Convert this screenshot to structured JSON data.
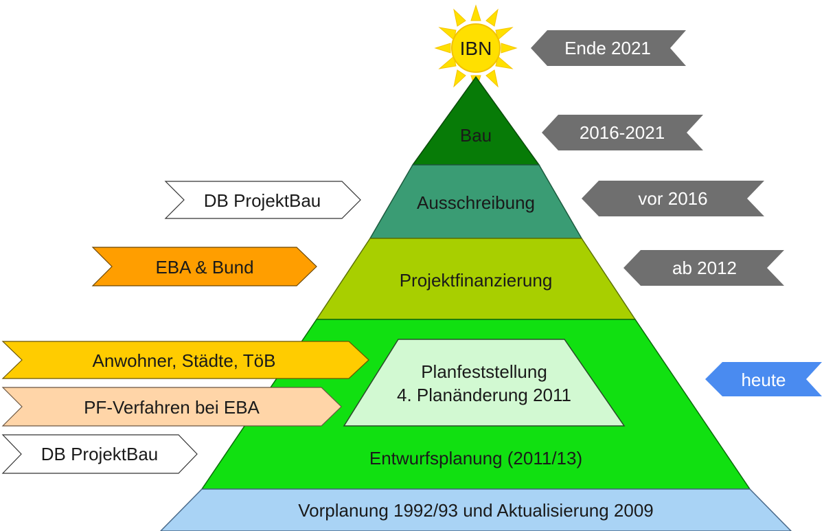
{
  "sun": {
    "label": "IBN",
    "color": "#FFE000"
  },
  "pyramid": {
    "levels": [
      {
        "id": "bau",
        "label": "Bau",
        "color": "#077B07"
      },
      {
        "id": "ausschreibung",
        "label": "Ausschreibung",
        "color": "#3A9C74"
      },
      {
        "id": "projektfinanzierung",
        "label": "Projektfinanzierung",
        "color": "#A8CF00"
      },
      {
        "id": "entwurfsplanung",
        "label": "Entwurfsplanung (2011/13)",
        "color": "#11E011"
      },
      {
        "id": "vorplanung",
        "label": "Vorplanung 1992/93 und Aktualisierung 2009",
        "color": "#A9D3F5"
      }
    ],
    "inner": {
      "line1": "Planfeststellung",
      "line2": "4. Planänderung 2011",
      "color": "#D2F9D2"
    }
  },
  "left_labels": [
    {
      "id": "db-projektbau-top",
      "label": "DB ProjektBau",
      "color": "#FFFFFF"
    },
    {
      "id": "eba-bund",
      "label": "EBA & Bund",
      "color": "#FF9E00"
    },
    {
      "id": "anwohner",
      "label": "Anwohner, Städte, TöB",
      "color": "#FFCC00"
    },
    {
      "id": "pf-verfahren",
      "label": "PF-Verfahren bei EBA",
      "color": "#FFD5A8"
    },
    {
      "id": "db-projektbau-bottom",
      "label": "DB ProjektBau",
      "color": "#FFFFFF"
    }
  ],
  "right_labels": [
    {
      "id": "ende-2021",
      "label": "Ende 2021",
      "color": "#6F6F6F"
    },
    {
      "id": "2016-2021",
      "label": "2016-2021",
      "color": "#6F6F6F"
    },
    {
      "id": "vor-2016",
      "label": "vor 2016",
      "color": "#6F6F6F"
    },
    {
      "id": "ab-2012",
      "label": "ab 2012",
      "color": "#6F6F6F"
    },
    {
      "id": "heute",
      "label": "heute",
      "color": "#4A8BF0"
    }
  ]
}
